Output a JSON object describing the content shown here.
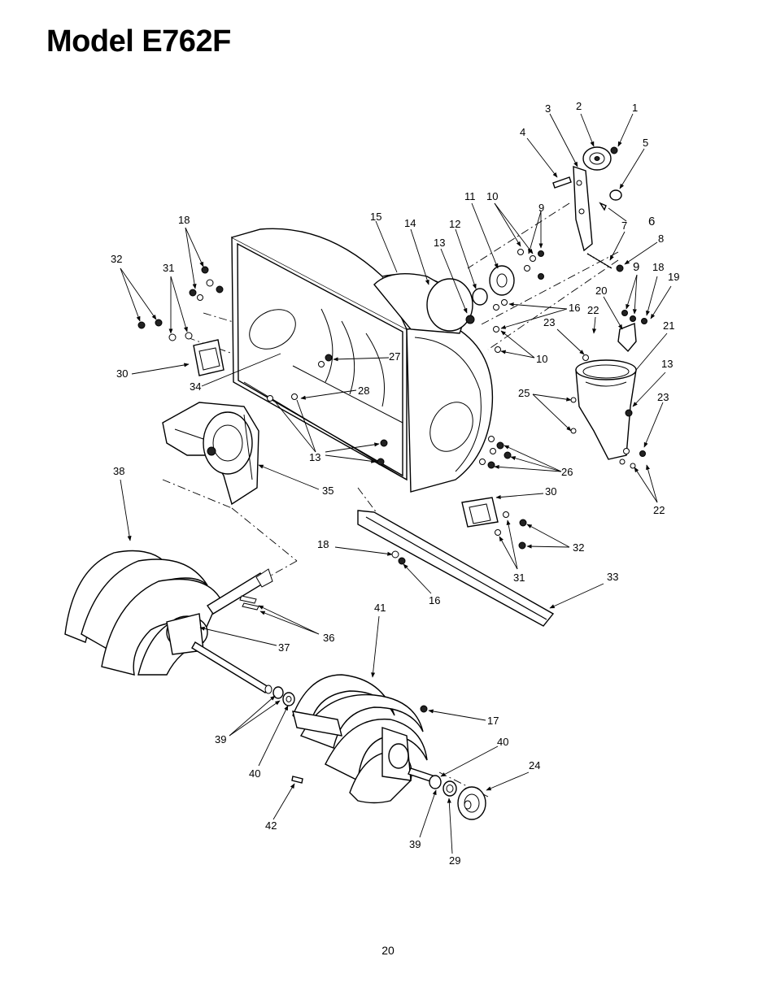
{
  "title": "Model E762F",
  "page_number": "20",
  "callouts": {
    "c1": "1",
    "c2": "2",
    "c3": "3",
    "c4": "4",
    "c5": "5",
    "c6": "6",
    "c7": "7",
    "c8": "8",
    "c9a": "9",
    "c9b": "9",
    "c10a": "10",
    "c10b": "10",
    "c11": "11",
    "c12": "12",
    "c13a": "13",
    "c13b": "13",
    "c13c": "13",
    "c14": "14",
    "c15": "15",
    "c16a": "16",
    "c16b": "16",
    "c17": "17",
    "c18a": "18",
    "c18b": "18",
    "c18c": "18",
    "c19": "19",
    "c20": "20",
    "c21": "21",
    "c22a": "22",
    "c22b": "22",
    "c23a": "23",
    "c23b": "23",
    "c24": "24",
    "c25": "25",
    "c26": "26",
    "c27": "27",
    "c28": "28",
    "c29": "29",
    "c30a": "30",
    "c30b": "30",
    "c31a": "31",
    "c31b": "31",
    "c32a": "32",
    "c32b": "32",
    "c33": "33",
    "c34": "34",
    "c35": "35",
    "c36": "36",
    "c37": "37",
    "c38": "38",
    "c39a": "39",
    "c39b": "39",
    "c40a": "40",
    "c40b": "40",
    "c41": "41",
    "c42": "42"
  }
}
